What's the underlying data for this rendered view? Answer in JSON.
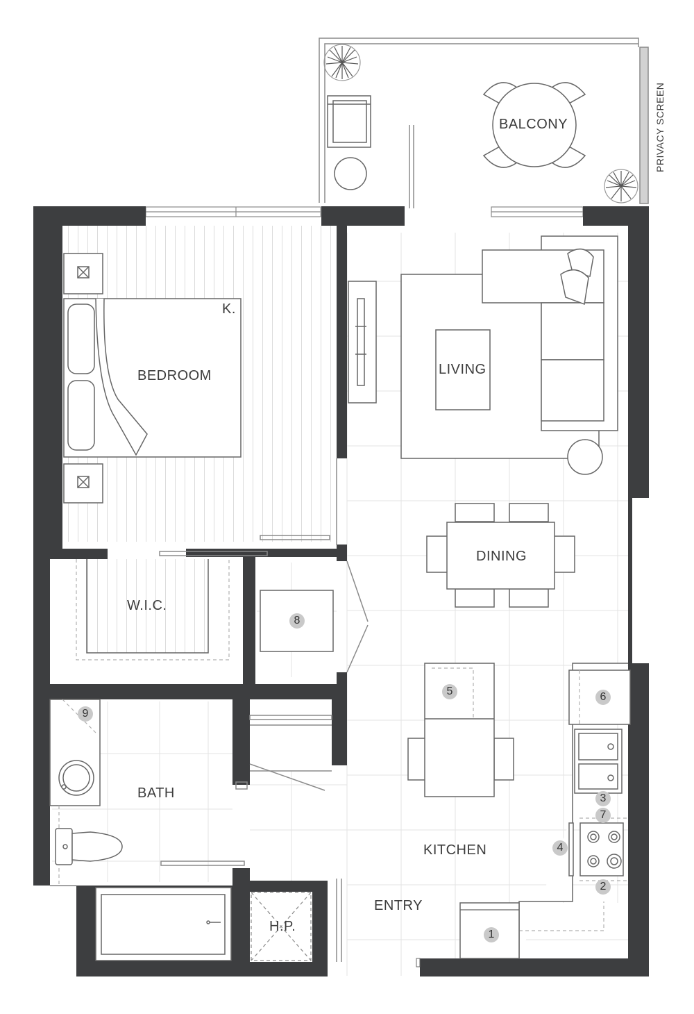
{
  "rooms": {
    "balcony": "BALCONY",
    "privacy_screen": "PRIVACY SCREEN",
    "bedroom": "BEDROOM",
    "bed_size": "K.",
    "living": "LIVING",
    "dining": "DINING",
    "wic": "W.I.C.",
    "bath": "BATH",
    "kitchen": "KITCHEN",
    "entry": "ENTRY",
    "hp": "H.P."
  },
  "badges": {
    "b1": "1",
    "b2": "2",
    "b3": "3",
    "b4": "4",
    "b5": "5",
    "b6": "6",
    "b7": "7",
    "b8": "8",
    "b9": "9"
  },
  "colors": {
    "wall": "#3d3e40",
    "line": "#8a8a8a",
    "badge": "#c9c9c9"
  }
}
